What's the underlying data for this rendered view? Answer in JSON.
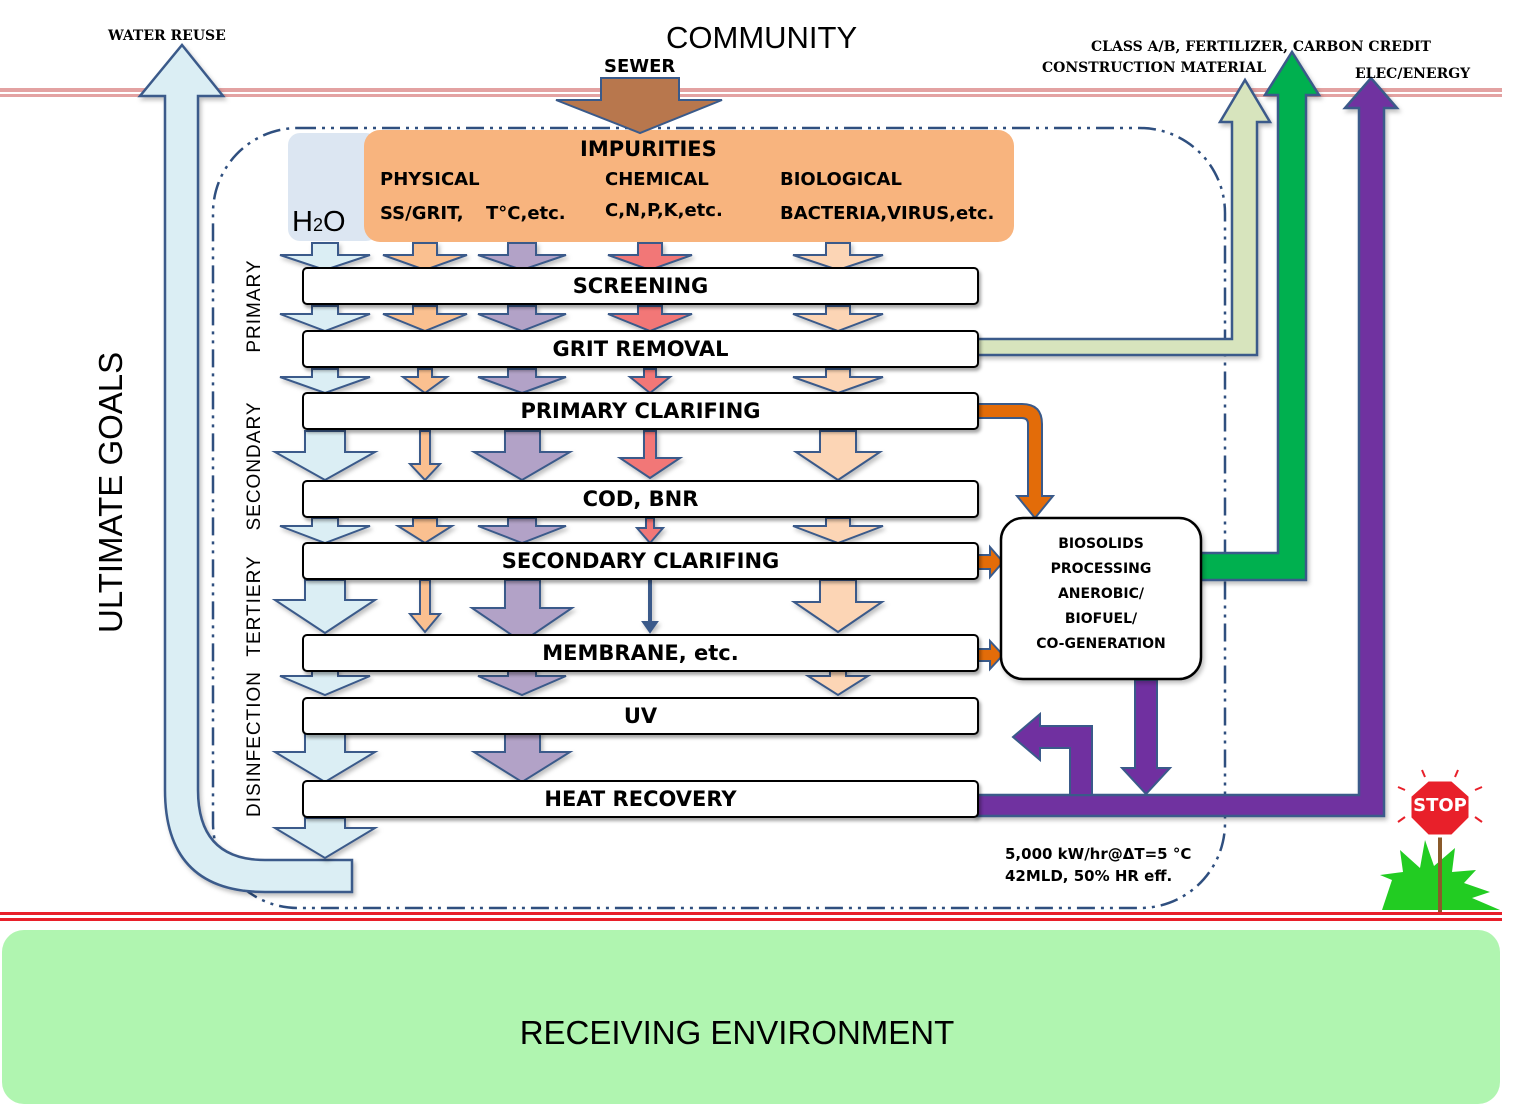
{
  "top": {
    "community": "COMMUNITY",
    "sewer": "SEWER",
    "water_reuse": "WATER REUSE",
    "byproducts": "CLASS A/B, FERTILIZER, CARBON CREDIT",
    "construction": "CONSTRUCTION MATERIAL",
    "energy": "ELEC/ENERGY"
  },
  "impurities": {
    "title": "IMPURITIES",
    "physical": "PHYSICAL",
    "chemical": "CHEMICAL",
    "biological": "BIOLOGICAL",
    "ss_grit": "SS/GRIT,",
    "temp": "T°C,etc.",
    "nutrients": "C,N,P,K,etc.",
    "microbes": "BACTERIA,VIRUS,etc.",
    "water_h": "H",
    "water_2": "2",
    "water_o": "O"
  },
  "stages": {
    "primary": "PRIMARY",
    "secondary": "SECONDARY",
    "tertiary": "TERTIERY",
    "disinfection": "DISINFECTION"
  },
  "processes": [
    "SCREENING",
    "GRIT REMOVAL",
    "PRIMARY CLARIFING",
    "COD, BNR",
    "SECONDARY CLARIFING",
    "MEMBRANE, etc.",
    "UV",
    "HEAT RECOVERY"
  ],
  "biosolids": [
    "BIOSOLIDS",
    "PROCESSING",
    "ANEROBIC/",
    "BIOFUEL/",
    "CO-GENERATION"
  ],
  "heat_note": [
    "5,000 kW/hr@ΔT=5 °C",
    "42MLD, 50% HR eff."
  ],
  "ultimate_goals": "ULTIMATE GOALS",
  "stop": "STOP",
  "environment": "RECEIVING ENVIRONMENT",
  "colors": {
    "water": "#dbeef4",
    "physical": "#fac090",
    "thermal": "#b2a2c7",
    "chemical": "#f27777",
    "biological": "#fcd5b5",
    "sewer": "#b8774d",
    "impurities_bg": "#f8b47e",
    "green": "#00b050",
    "light_green": "#d7e4bd",
    "purple": "#7030a0",
    "orange": "#e36c09",
    "environment": "#b0f5b0"
  }
}
